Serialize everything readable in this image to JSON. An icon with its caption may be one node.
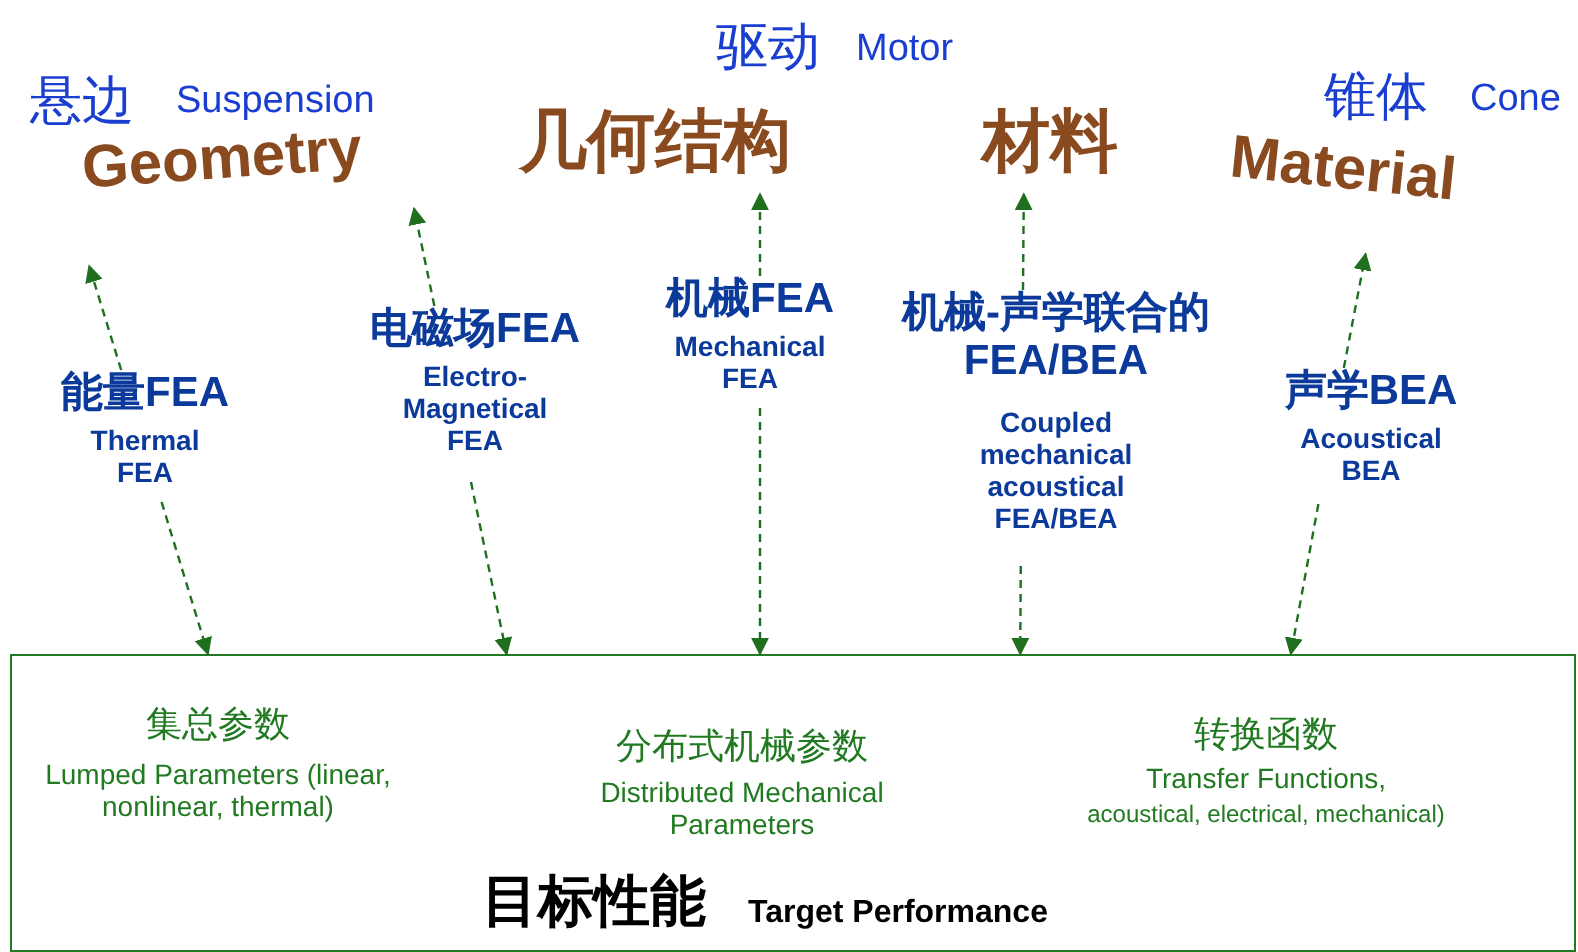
{
  "diagram": {
    "nodes": [
      {
        "text": [
          "Geometry"
        ]
      },
      {
        "text": [
          "几何结构"
        ]
      },
      {
        "text": [
          "材料"
        ]
      },
      {
        "text": [
          "Material"
        ]
      },
      {
        "text": [
          "集总参数",
          "Lumped Parameters (linear, nonlinear, thermal)",
          "分布式机械参数",
          "Distributed Mechanical Parameters",
          "转换函数",
          "Transfer Functions,",
          "acoustical, electrical, mechanical)",
          "目标性能",
          "Target Performance"
        ]
      },
      {
        "text": [
          "能量FEA",
          "Thermal FEA"
        ]
      },
      {
        "text": [
          "电磁场FEA",
          "Electro-Magnetical FEA"
        ]
      },
      {
        "text": [
          "机械FEA",
          "Mechanical FEA"
        ]
      },
      {
        "text": [
          "机械-声学联合的 FEA/BEA",
          "Coupled mechanical acoustical FEA/BEA"
        ]
      },
      {
        "text": [
          "声学BEA",
          "Acoustical BEA"
        ]
      }
    ],
    "edges": [
      {
        "from": 5,
        "to": 0,
        "arrow": "to",
        "style": "dashed"
      },
      {
        "from": 5,
        "to": 4,
        "arrow": "to",
        "style": "dashed"
      },
      {
        "from": 6,
        "to": 0,
        "arrow": "to",
        "style": "dashed"
      },
      {
        "from": 6,
        "to": 4,
        "arrow": "to",
        "style": "dashed"
      },
      {
        "from": 7,
        "to": 1,
        "arrow": "to",
        "style": "dashed"
      },
      {
        "from": 7,
        "to": 4,
        "arrow": "to",
        "style": "dashed"
      },
      {
        "from": 8,
        "to": 2,
        "arrow": "to",
        "style": "dashed"
      },
      {
        "from": 8,
        "to": 4,
        "arrow": "to",
        "style": "dashed"
      },
      {
        "from": 9,
        "to": 3,
        "arrow": "to",
        "style": "dashed"
      },
      {
        "from": 9,
        "to": 4,
        "arrow": "to",
        "style": "dashed"
      }
    ],
    "labels": [
      "驱动",
      "Motor",
      "悬边",
      "Suspension",
      "锥体",
      "Cone"
    ]
  }
}
